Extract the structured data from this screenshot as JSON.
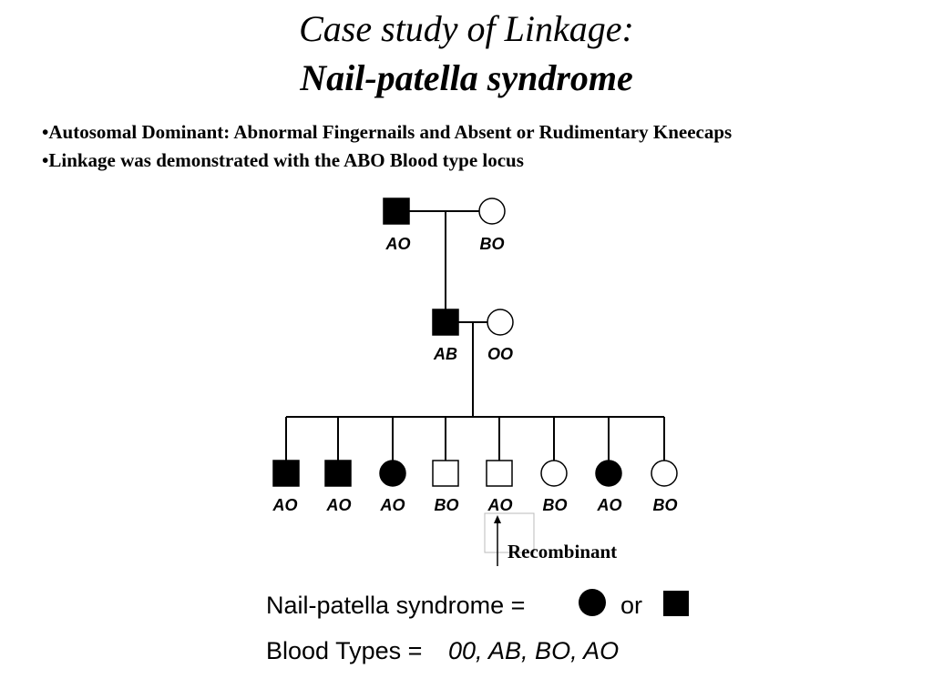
{
  "title": {
    "line1": "Case study of Linkage:",
    "line2": "Nail-patella syndrome"
  },
  "bullets": [
    "•Autosomal Dominant: Abnormal Fingernails and Absent or Rudimentary Kneecaps",
    "•Linkage was demonstrated with the ABO Blood type locus"
  ],
  "pedigree": {
    "generation1": [
      {
        "sex": "male",
        "affected": true,
        "genotype": "AO"
      },
      {
        "sex": "female",
        "affected": false,
        "genotype": "BO"
      }
    ],
    "generation2": [
      {
        "sex": "male",
        "affected": true,
        "genotype": "AB"
      },
      {
        "sex": "female",
        "affected": false,
        "genotype": "OO"
      }
    ],
    "generation3": [
      {
        "sex": "male",
        "affected": true,
        "genotype": "AO"
      },
      {
        "sex": "male",
        "affected": true,
        "genotype": "AO"
      },
      {
        "sex": "female",
        "affected": true,
        "genotype": "AO"
      },
      {
        "sex": "male",
        "affected": false,
        "genotype": "BO"
      },
      {
        "sex": "male",
        "affected": false,
        "genotype": "AO",
        "recombinant": true
      },
      {
        "sex": "female",
        "affected": false,
        "genotype": "BO"
      },
      {
        "sex": "female",
        "affected": true,
        "genotype": "AO"
      },
      {
        "sex": "female",
        "affected": false,
        "genotype": "BO"
      }
    ],
    "recombinant_label": "Recombinant"
  },
  "legend": {
    "syndrome_label": "Nail-patella syndrome =",
    "or_text": "or",
    "blood_label": "Blood Types =",
    "blood_values": "00, AB, BO, AO"
  }
}
